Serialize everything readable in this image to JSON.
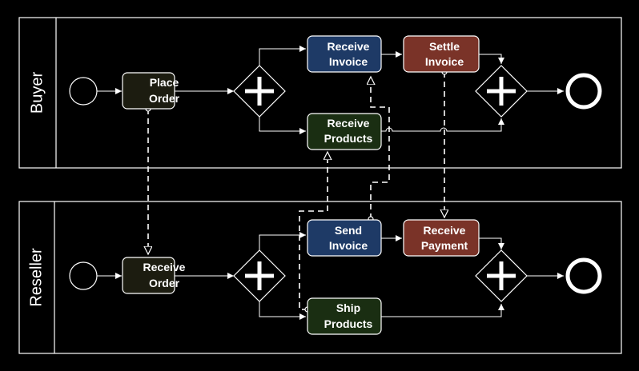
{
  "colors": {
    "background": "#000000",
    "stroke": "#ffffff",
    "invoice_task_fill": "#1e3a66",
    "payment_task_fill": "#7a3328",
    "products_task_fill": "#1a2e12",
    "order_task_fill": "#1c1c10"
  },
  "lanes": {
    "buyer": "Buyer",
    "reseller": "Reseller"
  },
  "tasks": {
    "place_order": [
      "Place",
      "Order"
    ],
    "receive_invoice": [
      "Receive",
      "Invoice"
    ],
    "settle_invoice": [
      "Settle",
      "Invoice"
    ],
    "receive_products": [
      "Receive",
      "Products"
    ],
    "receive_order": [
      "Receive",
      "Order"
    ],
    "send_invoice": [
      "Send",
      "Invoice"
    ],
    "receive_payment": [
      "Receive",
      "Payment"
    ],
    "ship_products": [
      "Ship",
      "Products"
    ]
  },
  "icons": {
    "start": "start-event-icon",
    "end": "end-event-icon",
    "gateway": "parallel-gateway-icon"
  }
}
